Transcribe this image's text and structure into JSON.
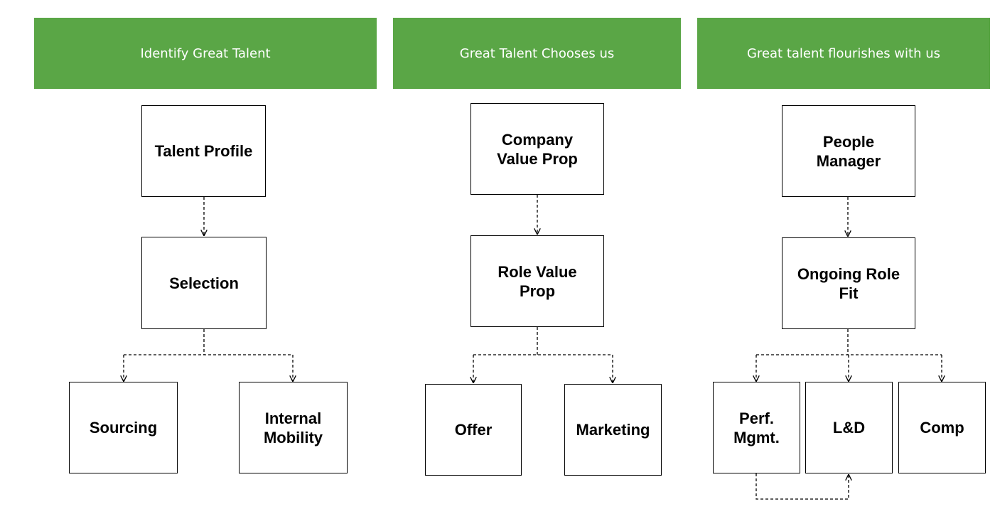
{
  "colors": {
    "header_bg": "#5aa646",
    "header_text": "#ffffff",
    "line": "#000000"
  },
  "columns": [
    {
      "header": "Identify Great Talent",
      "top": "Talent Profile",
      "middle": "Selection",
      "leaves": [
        "Sourcing",
        "Internal\nMobility"
      ]
    },
    {
      "header": "Great Talent Chooses us",
      "top": "Company\nValue Prop",
      "middle": "Role Value\nProp",
      "leaves": [
        "Offer",
        "Marketing"
      ]
    },
    {
      "header": "Great talent flourishes with us",
      "top": "People\nManager",
      "middle": "Ongoing Role\nFit",
      "leaves": [
        "Perf.\nMgmt.",
        "L&D",
        "Comp"
      ]
    }
  ]
}
